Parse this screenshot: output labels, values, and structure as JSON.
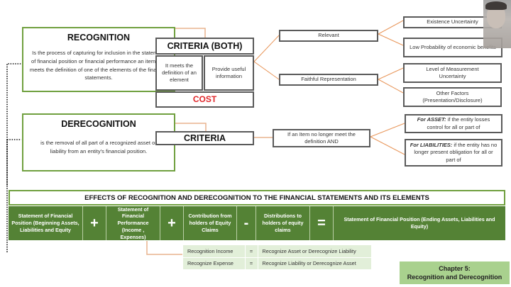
{
  "recognition": {
    "title": "RECOGNITION",
    "definition": "Is the process of capturing for inclusion in the statement of financial position or financial performance an item that meets the definition of one of the elements of the financial statements."
  },
  "recognition_criteria": {
    "title": "CRITERIA (BOTH)",
    "items": [
      "It meets the definition of an element",
      "Provide useful information"
    ],
    "constraint": "COST"
  },
  "useful_information": {
    "branches": [
      {
        "label": "Relevant",
        "children": [
          "Existence Uncertainty",
          "Low Probability of economic benefits"
        ]
      },
      {
        "label": "Faithful Representation",
        "children": [
          "Level of Measurement Uncertainty",
          "Other Factors (Presentation/Disclosure)"
        ]
      }
    ]
  },
  "derecognition": {
    "title": "DERECOGNITION",
    "definition": "is the removal of all part of a recognized asset or liability from an entity's financial position."
  },
  "derecognition_criteria": {
    "title": "CRITERIA",
    "condition": "If an Item no longer meet the definition  AND",
    "cases": [
      {
        "label": "For ASSET:",
        "text": " if the entity losses control for all or part of"
      },
      {
        "label": "For LIABILITIES:",
        "text": " if the entity has no longer present obligation for all or part of"
      }
    ]
  },
  "effects": {
    "title": "EFFECTS OF RECOGNITION AND DERECOGNITION  TO THE FINANCIAL STATEMENTS AND ITS ELEMENTS",
    "terms": [
      "Statement of Financial Position (Beginning Assets, Liabilities and Equity",
      "Statement of Financial Performance (Income , Expenses)",
      "Contribution from holders of Equity Claims",
      "Distributions to holders of equity claims",
      "Statement of Financial Position (Ending Assets, Liabilities and Equity)"
    ],
    "operators": [
      "+",
      "+",
      "-",
      "="
    ]
  },
  "legend": {
    "rows": [
      {
        "left": "Recognition  Income",
        "eq": "=",
        "right": "Recognize Asset or Derecognize Liability"
      },
      {
        "left": "Recognize Expense",
        "eq": "=",
        "right": "Recognize Liability or Derecognize Asset"
      }
    ]
  },
  "chapter": {
    "line1": "Chapter 5:",
    "line2": "Recognition and Derecognition"
  },
  "colors": {
    "green_border": "#70a03f",
    "green_fill": "#548235",
    "connector": "#e8965a",
    "cost_red": "#e0262a",
    "legend_bg": "#e2efd9",
    "chapter_bg": "#a9d18e"
  }
}
